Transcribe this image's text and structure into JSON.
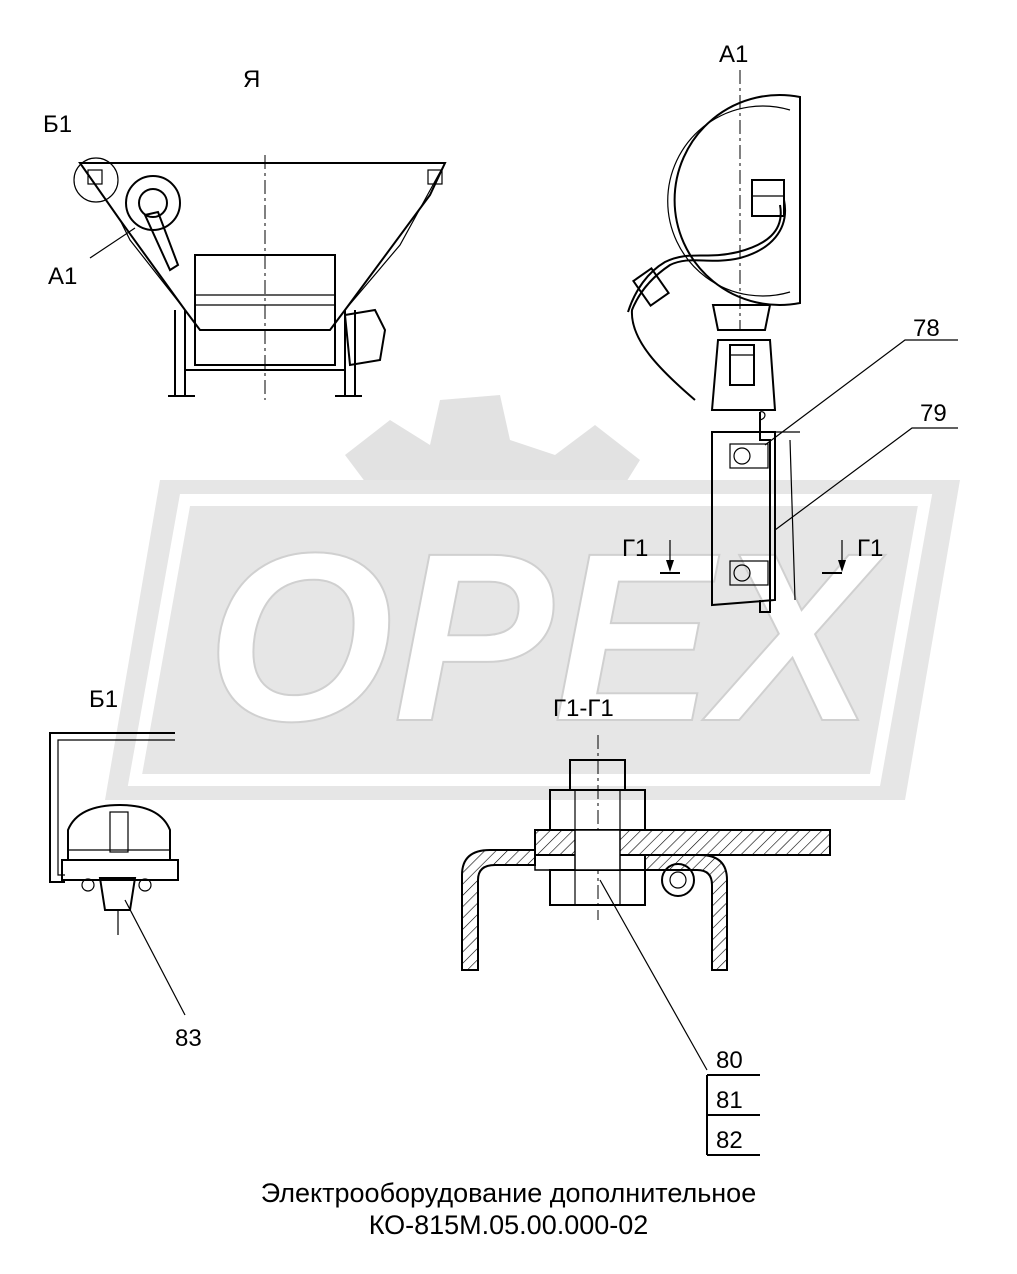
{
  "views": {
    "view_ya": "Я",
    "view_a1_top": "А1",
    "view_a1_left": "А1",
    "view_b1_top": "Б1",
    "view_b1_bottom": "Б1",
    "section_g1_left": "Г1",
    "section_g1_right": "Г1",
    "section_g1g1": "Г1-Г1"
  },
  "callouts": {
    "p78": "78",
    "p79": "79",
    "p83": "83",
    "p80": "80",
    "p81": "81",
    "p82": "82"
  },
  "watermark": {
    "text": "OPEX",
    "color": "#d8d8d8"
  },
  "title": {
    "line1": "Электрооборудование дополнительное",
    "line2": "КО-815М.05.00.000-02"
  }
}
